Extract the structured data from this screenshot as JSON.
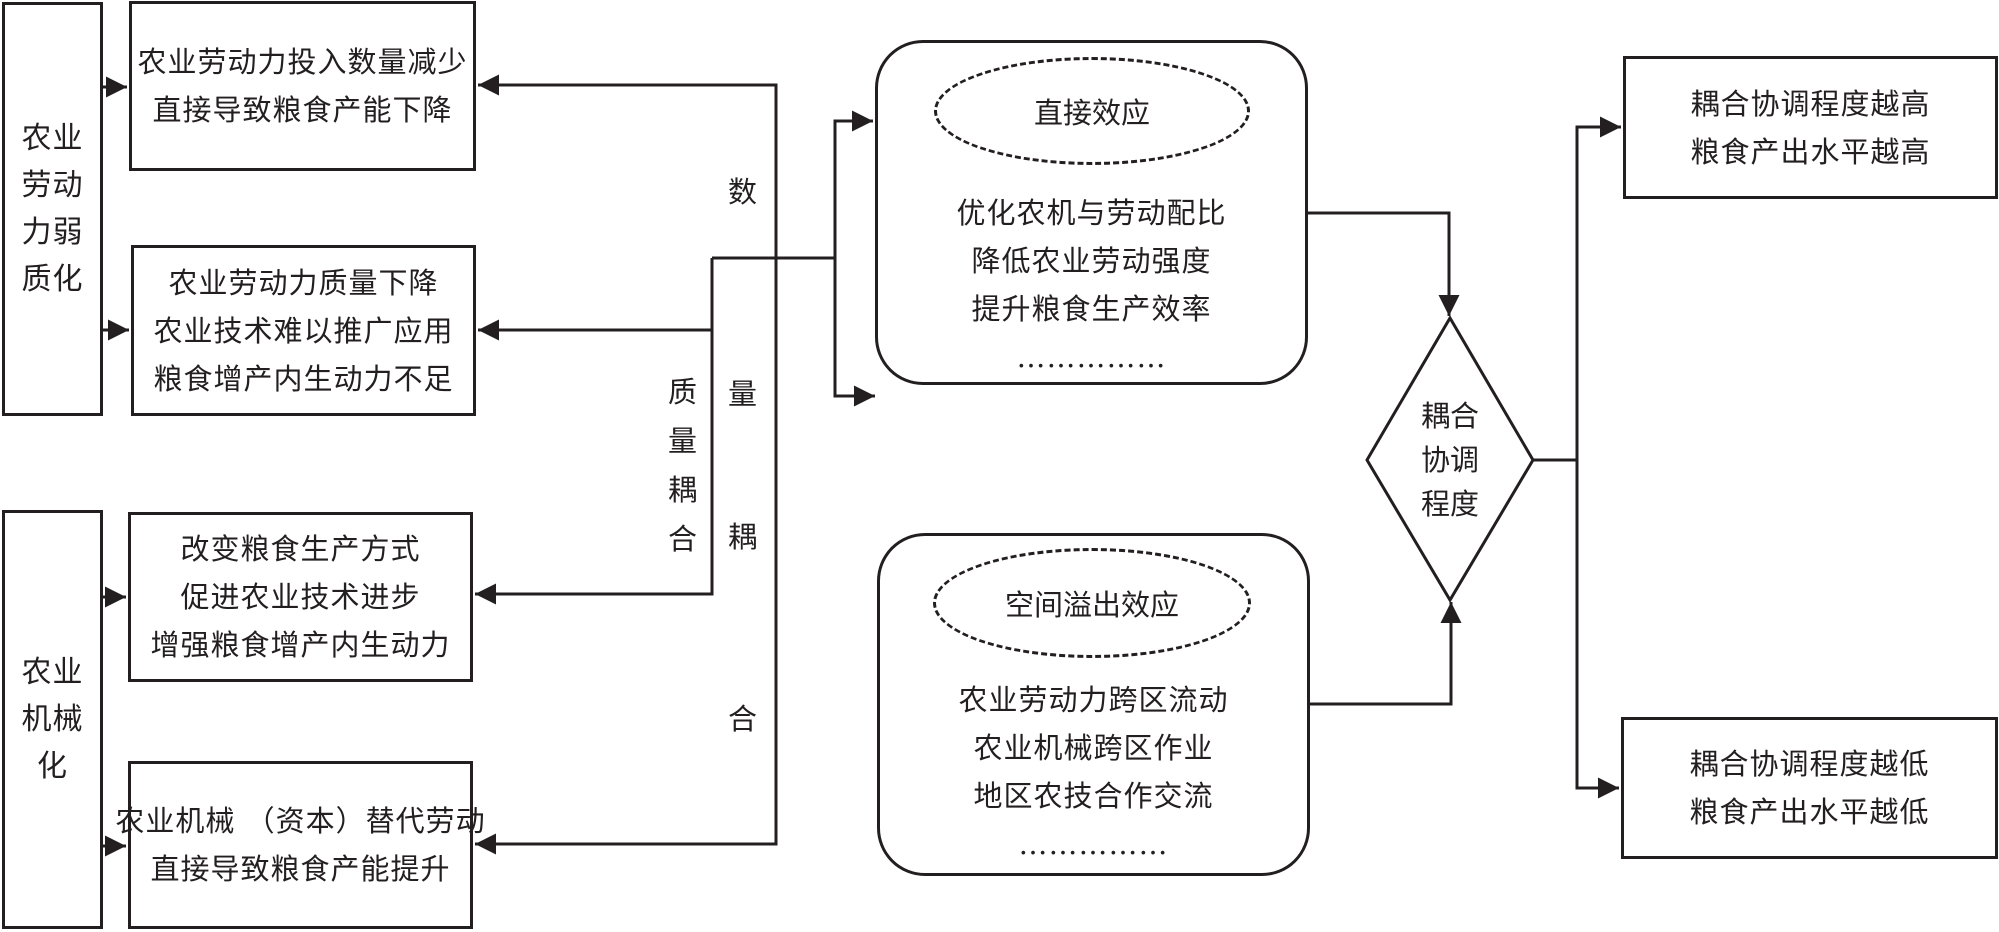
{
  "diagram": {
    "sources": {
      "labor_weakening": "农业劳动力弱质化",
      "labor_weakening_lines": [
        "农业",
        "劳动",
        "力弱",
        "质化"
      ],
      "mechanization": "农业机械化",
      "mechanization_lines": [
        "农业",
        "机械",
        "化"
      ]
    },
    "impacts": [
      {
        "lines": [
          "农业劳动力投入数量减少",
          "直接导致粮食产能下降"
        ]
      },
      {
        "lines": [
          "农业劳动力质量下降",
          "农业技术难以推广应用",
          "粮食增产内生动力不足"
        ]
      },
      {
        "lines": [
          "改变粮食生产方式",
          "促进农业技术进步",
          "增强粮食增产内生动力"
        ]
      },
      {
        "lines": [
          "农业机械 （资本）替代劳动",
          "直接导致粮食产能提升"
        ]
      }
    ],
    "coupling_labels": {
      "quantity": [
        "数",
        "量",
        "耦",
        "合"
      ],
      "quality": [
        "质",
        "量",
        "耦",
        "合"
      ]
    },
    "effects": [
      {
        "title": "直接效应",
        "lines": [
          "优化农机与劳动配比",
          "降低农业劳动强度",
          "提升粮食生产效率"
        ],
        "ellipsis": "……………"
      },
      {
        "title": "空间溢出效应",
        "lines": [
          "农业劳动力跨区流动",
          "农业机械跨区作业",
          "地区农技合作交流"
        ],
        "ellipsis": "……………"
      }
    ],
    "decision": {
      "lines": [
        "耦合",
        "协调",
        "程度"
      ]
    },
    "outcomes": [
      {
        "lines": [
          "耦合协调程度越高",
          "粮食产出水平越高"
        ]
      },
      {
        "lines": [
          "耦合协调程度越低",
          "粮食产出水平越低"
        ]
      }
    ],
    "colors": {
      "stroke": "#231f20",
      "background": "#ffffff"
    }
  }
}
